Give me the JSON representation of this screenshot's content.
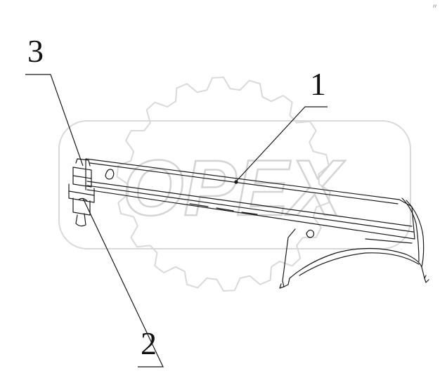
{
  "drawing": {
    "corner_mark": "〃",
    "callouts": [
      {
        "id": "1",
        "label": "1"
      },
      {
        "id": "2",
        "label": "2"
      },
      {
        "id": "3",
        "label": "3"
      }
    ]
  },
  "watermark": {
    "text": "OPEX",
    "color": "#d9d9d9"
  },
  "colors": {
    "line": "#1a1a1a",
    "background": "#ffffff"
  }
}
